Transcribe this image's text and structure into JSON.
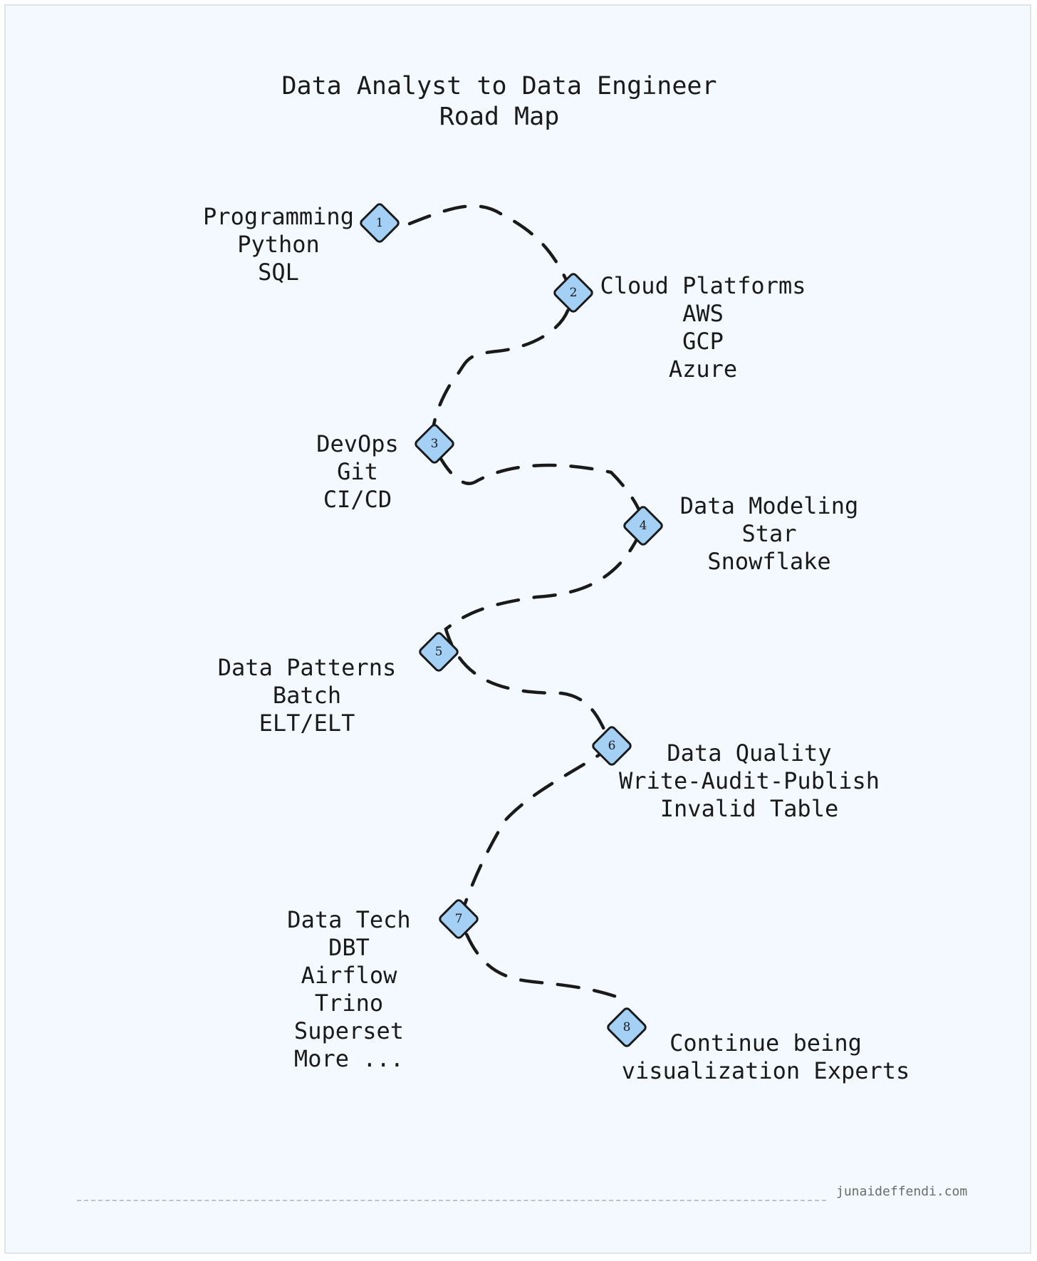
{
  "title": {
    "line1": "Data Analyst to Data Engineer",
    "line2": "Road Map"
  },
  "colors": {
    "background": "#f4f9ff",
    "marker_fill": "#a5d0f5",
    "stroke": "#1a1a1a",
    "text": "#1a1a1a"
  },
  "steps": [
    {
      "number": "1",
      "heading": "Programming",
      "items": [
        "Python",
        "SQL"
      ]
    },
    {
      "number": "2",
      "heading": "Cloud Platforms",
      "items": [
        "AWS",
        "GCP",
        "Azure"
      ]
    },
    {
      "number": "3",
      "heading": "DevOps",
      "items": [
        "Git",
        "CI/CD"
      ]
    },
    {
      "number": "4",
      "heading": "Data Modeling",
      "items": [
        "Star",
        "Snowflake"
      ]
    },
    {
      "number": "5",
      "heading": "Data Patterns",
      "items": [
        "Batch",
        "ELT/ELT"
      ]
    },
    {
      "number": "6",
      "heading": "Data Quality",
      "items": [
        "Write-Audit-Publish",
        "Invalid Table"
      ]
    },
    {
      "number": "7",
      "heading": "Data Tech",
      "items": [
        "DBT",
        "Airflow",
        "Trino",
        "Superset",
        "More ..."
      ]
    },
    {
      "number": "8",
      "heading": "Continue being",
      "items": [
        "visualization Experts"
      ]
    }
  ],
  "footer": {
    "credit": "junaideffendi.com"
  }
}
